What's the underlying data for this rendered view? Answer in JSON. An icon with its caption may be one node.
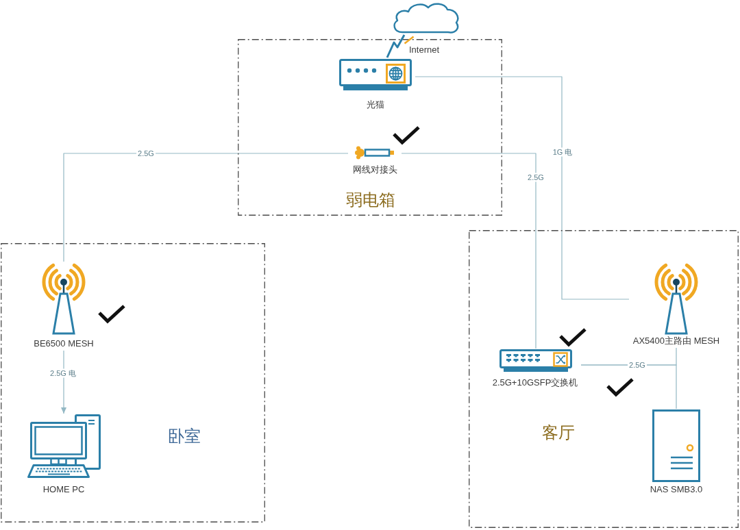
{
  "diagram": {
    "nodes": [
      {
        "text": [],
        "shape": "cloud"
      },
      {
        "text": [
          "弱电箱"
        ]
      },
      {
        "text": [
          "光猫"
        ],
        "in": 1
      },
      {
        "text": [
          "网线对接头"
        ],
        "in": 1
      },
      {
        "text": [
          "卧室"
        ]
      },
      {
        "text": [
          "BE6500 MESH"
        ],
        "in": 4
      },
      {
        "text": [
          "HOME PC"
        ],
        "in": 4
      },
      {
        "text": [
          "客厅"
        ]
      },
      {
        "text": [
          "AX5400主路由 MESH"
        ],
        "in": 7
      },
      {
        "text": [
          "2.5G+10GSFP交换机"
        ],
        "in": 7
      },
      {
        "text": [
          "NAS SMB3.0"
        ],
        "in": 7
      }
    ],
    "edges": [
      {
        "from": 0,
        "to": 2,
        "arrow": "none",
        "style": "thick",
        "color": "#2b7fa8"
      },
      {
        "from": 2,
        "to": 8,
        "arrow": "none",
        "label": "1G 电"
      },
      {
        "from": 3,
        "to": 5,
        "arrow": "none",
        "label": "2.5G"
      },
      {
        "from": 3,
        "to": 9,
        "arrow": "none",
        "label": "2.5G"
      },
      {
        "from": 5,
        "to": 6,
        "arrow": "to",
        "label": "2.5G 电"
      },
      {
        "from": 9,
        "to": 8,
        "arrow": "none",
        "label": "2.5G"
      },
      {
        "from": 9,
        "to": 10,
        "arrow": "none"
      }
    ],
    "labels": [
      "Internet"
    ]
  }
}
